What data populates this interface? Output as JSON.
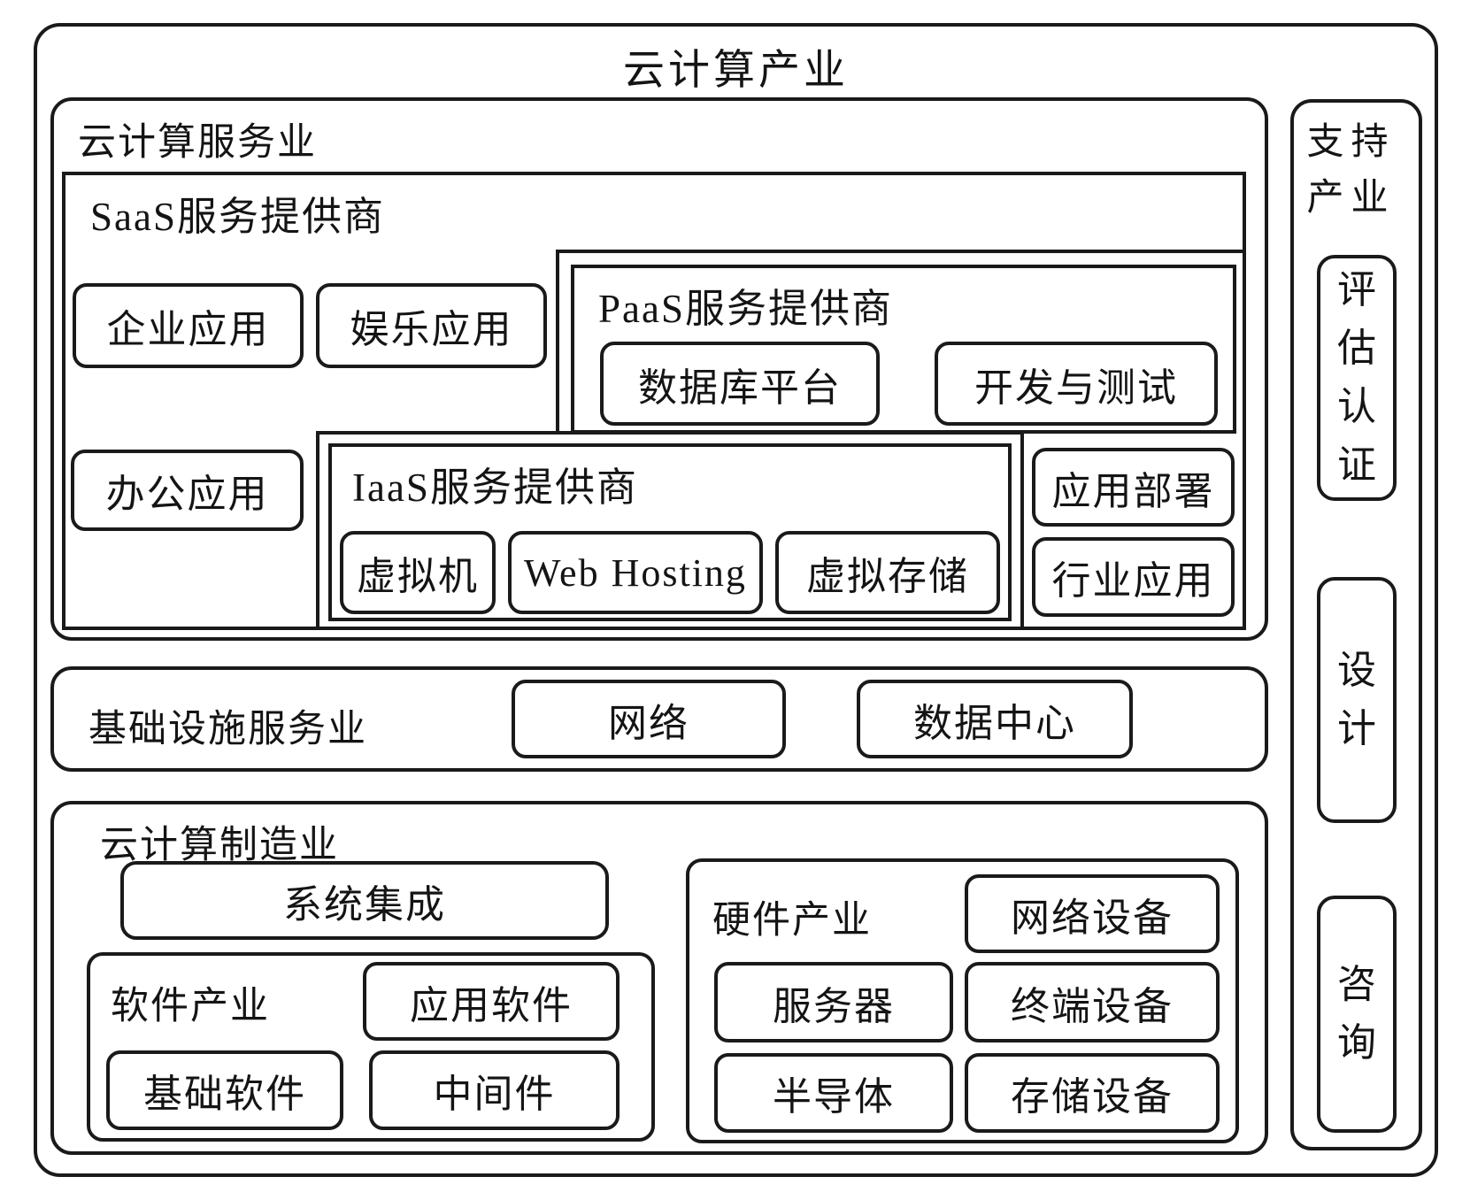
{
  "title": "云计算产业",
  "service_industry": {
    "label": "云计算服务业",
    "saas": {
      "label": "SaaS服务提供商",
      "enterprise_app": "企业应用",
      "entertainment_app": "娱乐应用",
      "office_app": "办公应用"
    },
    "paas": {
      "label": "PaaS服务提供商",
      "database_platform": "数据库平台",
      "dev_test": "开发与测试",
      "app_deployment": "应用部署",
      "industry_app": "行业应用"
    },
    "iaas": {
      "label": "IaaS服务提供商",
      "virtual_machine": "虚拟机",
      "web_hosting": "Web Hosting",
      "virtual_storage": "虚拟存储"
    }
  },
  "infrastructure_industry": {
    "label": "基础设施服务业",
    "network": "网络",
    "data_center": "数据中心"
  },
  "manufacturing_industry": {
    "label": "云计算制造业",
    "system_integration": "系统集成",
    "software_industry": {
      "label": "软件产业",
      "application_software": "应用软件",
      "basic_software": "基础软件",
      "middleware": "中间件"
    },
    "hardware_industry": {
      "label": "硬件产业",
      "network_equipment": "网络设备",
      "server": "服务器",
      "terminal_equipment": "终端设备",
      "semiconductor": "半导体",
      "storage_equipment": "存储设备"
    }
  },
  "support_industry": {
    "label": "支持产业",
    "assessment_certification": "评估认证",
    "design": "设计",
    "consulting": "咨询"
  }
}
